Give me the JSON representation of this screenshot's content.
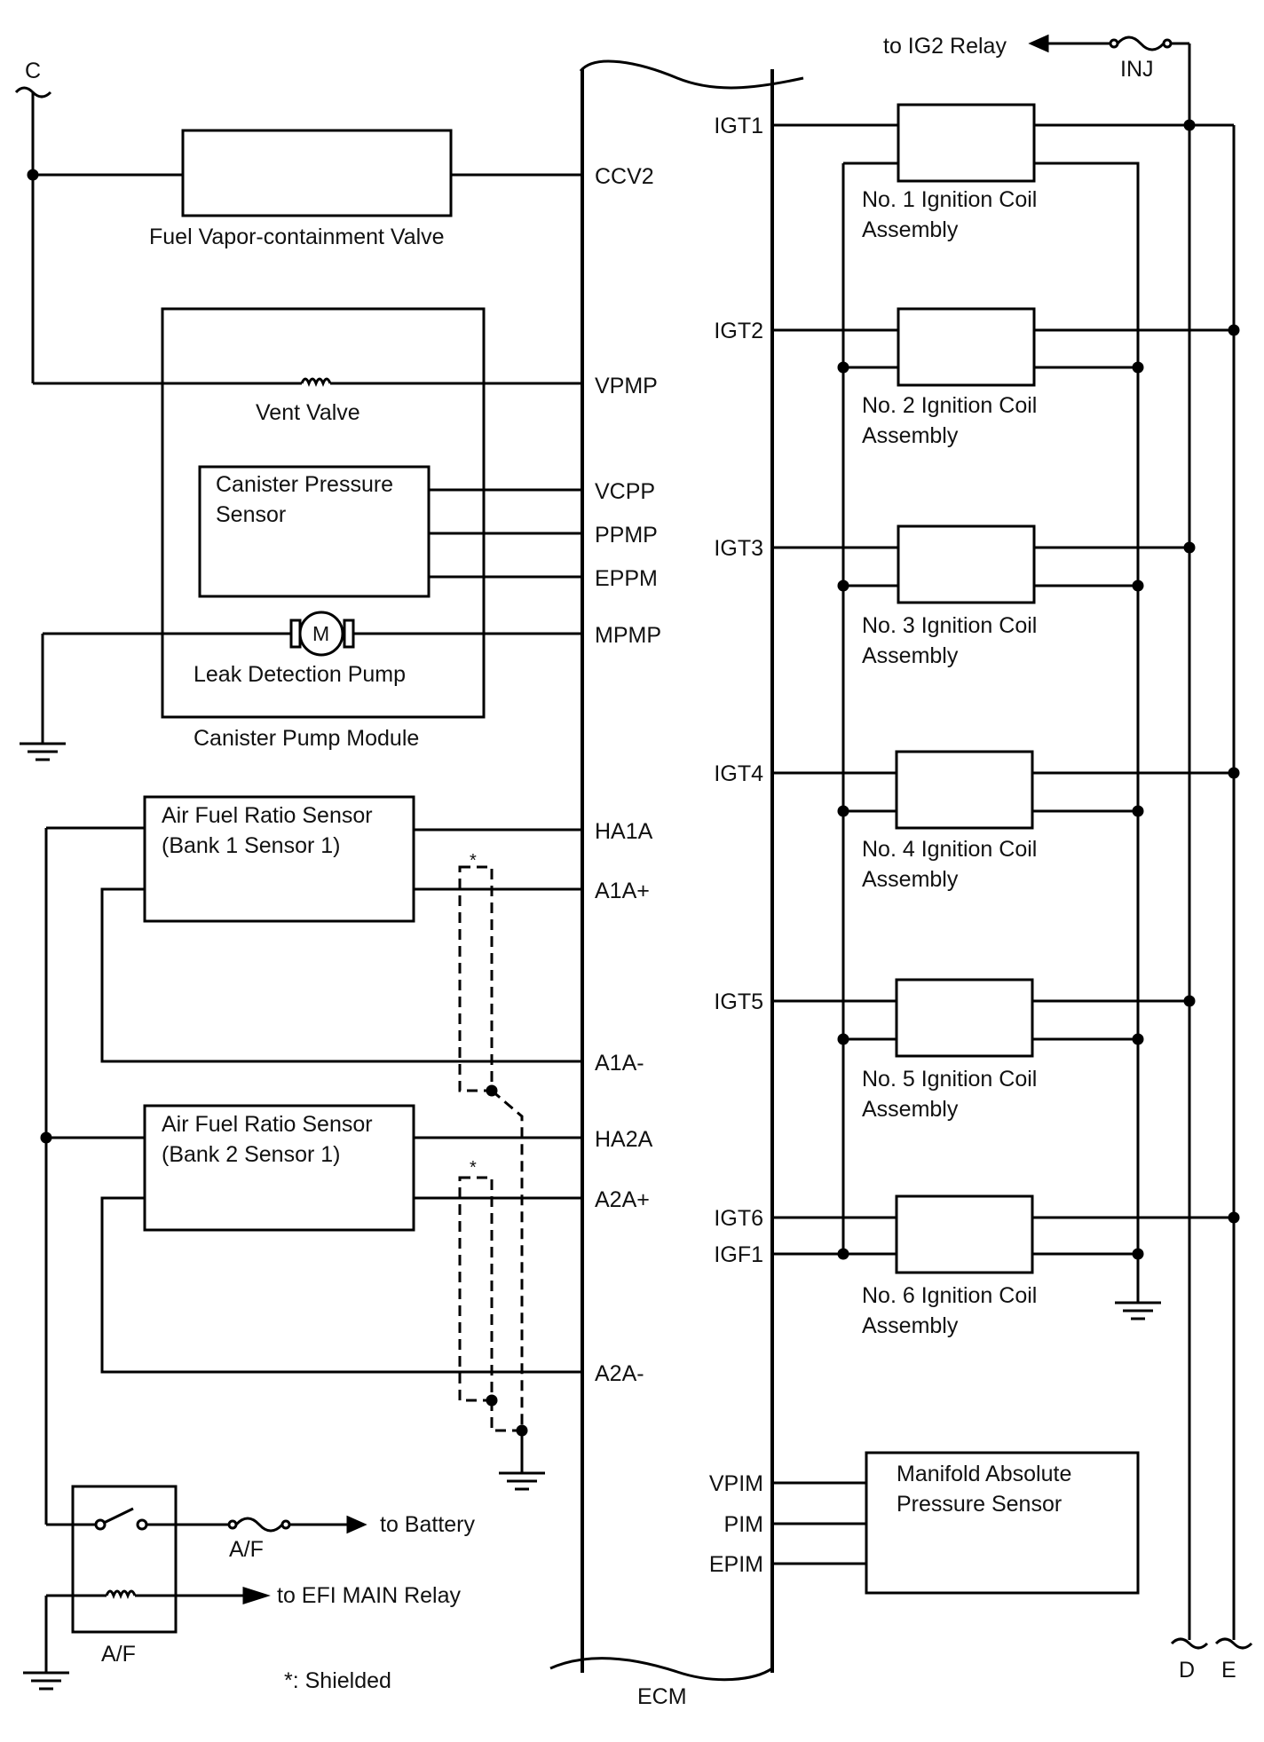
{
  "ecm": {
    "label": "ECM"
  },
  "connectors": {
    "c": "C",
    "d": "D",
    "e": "E"
  },
  "relays": {
    "ig2": "to IG2 Relay",
    "battery": "to Battery",
    "efi_main": "to EFI MAIN Relay"
  },
  "fuses": {
    "inj": "INJ",
    "af": "A/F"
  },
  "relay_box": {
    "label": "A/F"
  },
  "note": "*: Shielded",
  "shield_mark": "*",
  "motor_symbol": "M",
  "components": {
    "fuel_vapor_valve": "Fuel Vapor-containment Valve",
    "vent_valve": "Vent Valve",
    "canister_pressure_sensor": "Canister Pressure\nSensor",
    "leak_detection_pump": "Leak Detection Pump",
    "canister_pump_module": "Canister Pump Module",
    "af_sensor_b1": "Air Fuel Ratio Sensor\n(Bank 1 Sensor 1)",
    "af_sensor_b2": "Air Fuel Ratio Sensor\n(Bank 2 Sensor 1)",
    "map_sensor": "Manifold Absolute\nPressure Sensor",
    "coil1": "No. 1 Ignition Coil\nAssembly",
    "coil2": "No. 2 Ignition Coil\nAssembly",
    "coil3": "No. 3 Ignition Coil\nAssembly",
    "coil4": "No. 4 Ignition Coil\nAssembly",
    "coil5": "No. 5 Ignition Coil\nAssembly",
    "coil6": "No. 6 Ignition Coil\nAssembly"
  },
  "pins_left": {
    "ccv2": "CCV2",
    "vpmp": "VPMP",
    "vcpp": "VCPP",
    "ppmp": "PPMP",
    "eppm": "EPPM",
    "mpmp": "MPMP",
    "ha1a": "HA1A",
    "a1a_plus": "A1A+",
    "a1a_minus": "A1A-",
    "ha2a": "HA2A",
    "a2a_plus": "A2A+",
    "a2a_minus": "A2A-"
  },
  "pins_right": {
    "igt1": "IGT1",
    "igt2": "IGT2",
    "igt3": "IGT3",
    "igt4": "IGT4",
    "igt5": "IGT5",
    "igt6": "IGT6",
    "igf1": "IGF1",
    "vpim": "VPIM",
    "pim": "PIM",
    "epim": "EPIM"
  }
}
